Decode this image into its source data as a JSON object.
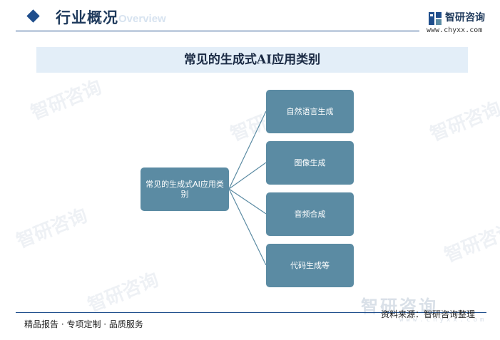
{
  "header": {
    "title": "行业概况",
    "subtitle": "Overview",
    "brand_name": "智研咨询",
    "brand_url": "www.chyxx.com"
  },
  "band": {
    "title": "常见的生成式AI应用类别"
  },
  "diagram": {
    "root": "常见的生成式AI应用类别",
    "leaves": [
      "自然语言生成",
      "图像生成",
      "音频合成",
      "代码生成等"
    ]
  },
  "footer": {
    "left": "精品报告 · 专项定制 · 品质服务",
    "right": "资料来源：智研咨询整理"
  },
  "watermark": {
    "text": "智研咨询",
    "url": "www.chyxx.com"
  },
  "colors": {
    "accent": "#1f4e8c",
    "node": "#5b8ba3",
    "band": "#e3eef8"
  }
}
